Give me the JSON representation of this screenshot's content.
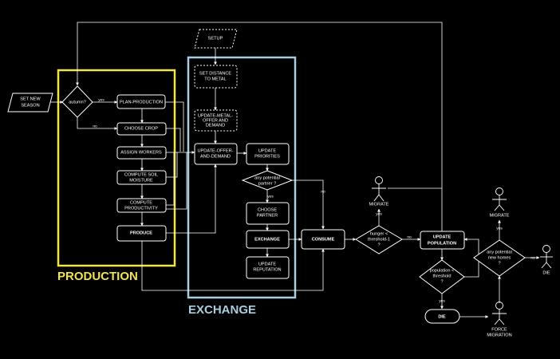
{
  "groups": {
    "production": {
      "title": "PRODUCTION",
      "color": "#F2E44B"
    },
    "exchange": {
      "title": "EXCHANGE",
      "color": "#A9CDE0"
    }
  },
  "nodes": {
    "set_new_season": "SET NEW SEASON",
    "autumn": "autumn?",
    "plan_production": "PLAN-PRODUCTION",
    "choose_crop": "CHOOSE CROP",
    "assign_workers": "ASSIGN WORKERS",
    "compute_soil_moisture": "COMPUTE SOIL MOISTURE",
    "compute_productivity": "COMPUTE PRODUCTIVITY",
    "produce": "PRODUCE",
    "setup": "SETUP",
    "set_distance_to_metal": "SET DISTANCE TO METAL",
    "update_metal_offer_and_demand": "UPDATE-METAL-OFFER AND DEMAND",
    "update_offer_and_demand": "UPDATE-OFFER-AND-DEMAND",
    "update_priorities": "UPDATE PRIORITIES",
    "any_potential_partner": "any potential partner ?",
    "choose_partner": "CHOOSE PARTNER",
    "exchange": "EXCHANGE",
    "update_reputation": "UPDATE REPUTATION",
    "consume": "CONSUME",
    "hunger_threshold": "hunger < threshold-1 ?",
    "update_population": "UPDATE POPULATION",
    "population_threshold": "population < threshold",
    "die_ellipse": "DIE",
    "any_new_homes": "any potential new homes ?",
    "migrate_1": "MIGRATE",
    "migrate_2": "MIGRATE",
    "force_migration": "FORCE MIGRATION",
    "die_actor": "DIE"
  },
  "edge_labels": {
    "yes": "yes",
    "no": "no"
  }
}
